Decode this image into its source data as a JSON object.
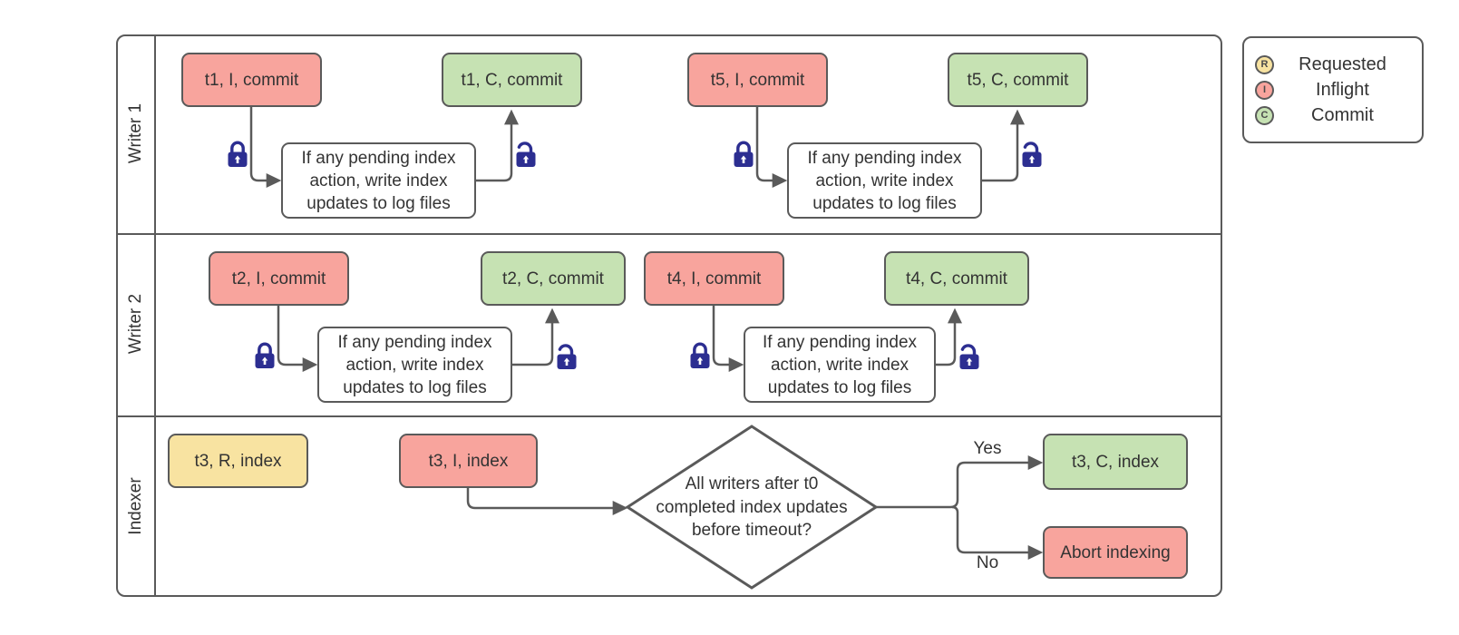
{
  "colors": {
    "inflight": "#f8a49d",
    "commit": "#c6e2b3",
    "requested": "#f8e3a1",
    "stroke": "#5a5a5a",
    "lock": "#2c2e91",
    "text": "#333333"
  },
  "lanes": [
    {
      "label": "Writer 1"
    },
    {
      "label": "Writer 2"
    },
    {
      "label": "Indexer"
    }
  ],
  "writer_groups": [
    {
      "id": "t1",
      "start": "t1, I, commit",
      "process": "If any pending index action, write index updates to log files",
      "end": "t1, C, commit"
    },
    {
      "id": "t5",
      "start": "t5, I, commit",
      "process": "If any pending index action, write index updates to log files",
      "end": "t5, C, commit"
    },
    {
      "id": "t2",
      "start": "t2, I, commit",
      "process": "If any pending index action, write index updates to log files",
      "end": "t2, C, commit"
    },
    {
      "id": "t4",
      "start": "t4, I, commit",
      "process": "If any pending index action, write index updates to log files",
      "end": "t4, C, commit"
    }
  ],
  "indexer": {
    "requested": "t3, R, index",
    "inflight": "t3, I, index",
    "decision": "All writers after t0 completed index updates before timeout?",
    "yes": "Yes",
    "no": "No",
    "commit": "t3, C, index",
    "abort": "Abort indexing"
  },
  "legend": {
    "items": [
      {
        "letter": "R",
        "label": "Requested"
      },
      {
        "letter": "I",
        "label": "Inflight"
      },
      {
        "letter": "C",
        "label": "Commit"
      }
    ]
  },
  "icons": {
    "closed_lock": "lock-closed-icon",
    "open_lock": "lock-open-icon"
  }
}
